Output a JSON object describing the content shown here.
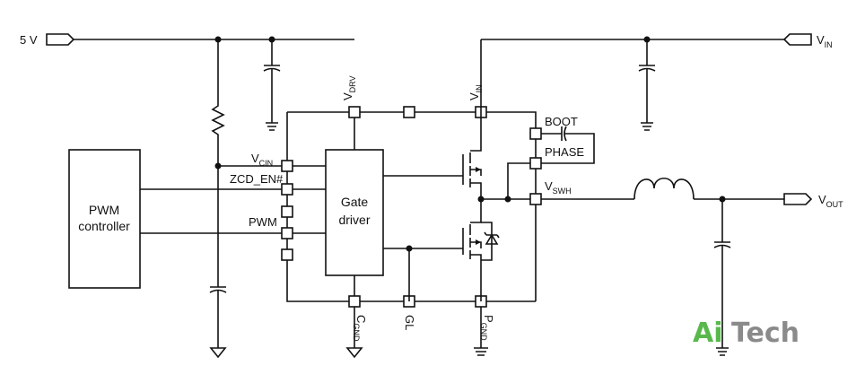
{
  "rails": {
    "five_v": "5 V",
    "vin_main": "V",
    "vin_main_sub": "IN",
    "vout_main": "V",
    "vout_main_sub": "OUT"
  },
  "pwm_controller": {
    "line1": "PWM",
    "line2": "controller"
  },
  "gate_driver": {
    "line1": "Gate",
    "line2": "driver"
  },
  "pins": {
    "vcin": "V",
    "vcin_sub": "CIN",
    "zcd_en": "ZCD_EN#",
    "pwm": "PWM",
    "vdrv": "V",
    "vdrv_sub": "DRV",
    "vin": "V",
    "vin_sub": "IN",
    "boot": "BOOT",
    "phase": "PHASE",
    "vswh": "V",
    "vswh_sub": "SWH",
    "cgnd": "C",
    "cgnd_sub": "GND",
    "gl": "GL",
    "pgnd": "P",
    "pgnd_sub": "GND"
  },
  "logo": {
    "part1": "Ai",
    "part2": "Tech",
    "accent": "#59b84c",
    "secondary": "#8a8a8a"
  }
}
